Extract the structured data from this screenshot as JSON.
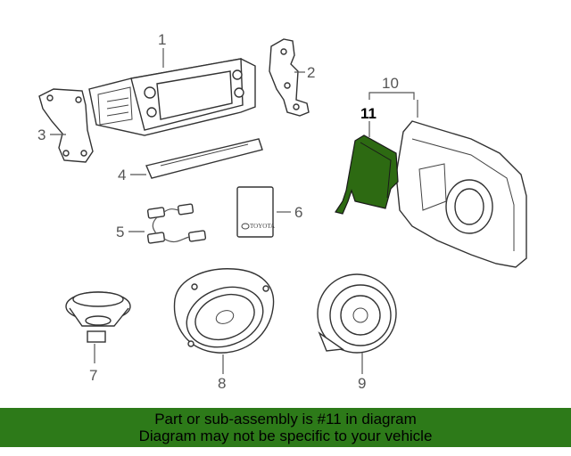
{
  "callouts": [
    "1",
    "2",
    "3",
    "4",
    "5",
    "6",
    "7",
    "8",
    "9",
    "10",
    "11"
  ],
  "logo_text": "TOYOTA",
  "banner": {
    "line1": "Part or sub-assembly is #11 in diagram",
    "line2": "Diagram may not be specific to your vehicle"
  },
  "colors": {
    "highlight": "#2d6a12",
    "banner": "#2d7a19"
  }
}
